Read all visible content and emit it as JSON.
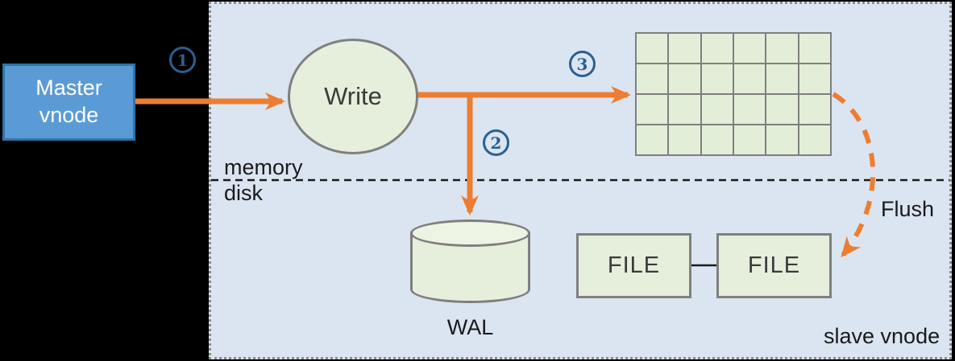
{
  "nodes": {
    "master": {
      "line1": "Master",
      "line2": "vnode"
    },
    "write": {
      "label": "Write"
    },
    "wal": {
      "label": "WAL"
    },
    "file1": {
      "label": "FILE"
    },
    "file2": {
      "label": "FILE"
    }
  },
  "steps": {
    "one": "1",
    "two": "2",
    "three": "3"
  },
  "labels": {
    "memory": "memory",
    "disk": "disk",
    "flush": "Flush",
    "slave_vnode": "slave vnode"
  },
  "memtable": {
    "rows": 4,
    "cols": 6
  },
  "colors": {
    "background": "#000000",
    "panel_bg": "#dbe5f1",
    "panel_border": "#8c8c8c",
    "arrow_orange": "#ed7d31",
    "node_fill": "#e5efdc",
    "node_border": "#7f7f7f",
    "master_fill": "#5b9bd5",
    "master_border": "#2e75a6",
    "step_badge": "#2b5f8f",
    "divider": "#1a1a1a",
    "text_dark": "#3b3b3b"
  }
}
